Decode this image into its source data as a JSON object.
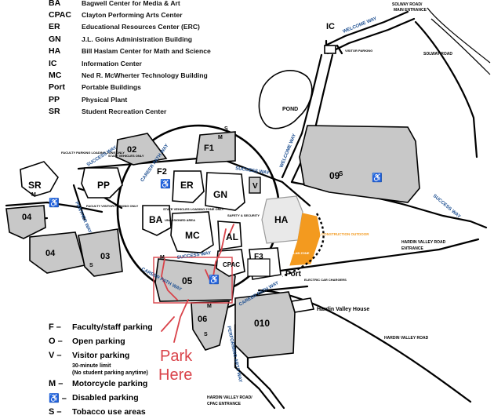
{
  "legend": {
    "items": [
      {
        "abbr": "BA",
        "name": "Bagwell Center for Media & Art"
      },
      {
        "abbr": "CPAC",
        "name": "Clayton Performing Arts Center"
      },
      {
        "abbr": "ER",
        "name": "Educational Resources Center (ERC)"
      },
      {
        "abbr": "GN",
        "name": "J.L. Goins Administration Building"
      },
      {
        "abbr": "HA",
        "name": "Bill Haslam Center for Math and Science"
      },
      {
        "abbr": "IC",
        "name": "Information Center"
      },
      {
        "abbr": "MC",
        "name": "Ned R. McWherter Technology Building"
      },
      {
        "abbr": "Port",
        "name": "Portable Buildings"
      },
      {
        "abbr": "PP",
        "name": "Physical Plant"
      },
      {
        "abbr": "SR",
        "name": "Student Recreation Center"
      }
    ]
  },
  "key": {
    "faculty": {
      "sym": "F",
      "label": "Faculty/staff parking"
    },
    "open": {
      "sym": "O",
      "label": "Open parking"
    },
    "visitor": {
      "sym": "V",
      "label": "Visitor parking",
      "sub1": "30-minute limit",
      "sub2": "(No student parking anytime)"
    },
    "motorcycle": {
      "sym": "M",
      "label": "Motorcycle parking"
    },
    "disabled": {
      "sym": "♿",
      "label": "Disabled parking"
    },
    "tobacco": {
      "sym": "S",
      "label": "Tobacco use areas"
    },
    "dash": "–"
  },
  "annotation": {
    "line1": "Park",
    "line2": "Here"
  },
  "roads": {
    "solway_main_1": "SOLWAY ROAD/",
    "solway_main_2": "MAIN ENTRANCE",
    "solway": "SOLWAY ROAD",
    "welcome": "WELCOME WAY",
    "success_1": "SUCCESS WAY",
    "success_2": "SUCCESS WAY",
    "success_3": "SUCCESS WAY",
    "success_4": "SUCCESS WAY",
    "welcome_2": "WELCOME WAY",
    "career_1": "CAREER PATH WAY",
    "career_2": "CAREER PATH WAY",
    "career_3": "CAREER PATH WAY",
    "panther": "PANTHER WAY",
    "performing": "PERFORMING ARTS WAY",
    "hv_entrance_1": "HARDIN VALLEY ROAD",
    "hv_entrance_2": "ENTRANCE",
    "hv_road": "HARDIN VALLEY ROAD",
    "hv_cpac_1": "HARDIN VALLEY ROAD/",
    "hv_cpac_2": "CPAC ENTRANCE"
  },
  "buildings": {
    "IC": "IC",
    "SR": "SR",
    "PP": "PP",
    "F2": "F2",
    "ER": "ER",
    "GN": "GN",
    "V": "V",
    "HA": "HA",
    "BA": "BA",
    "MC": "MC",
    "AL": "AL",
    "CPAC": "CPAC",
    "F3": "F3",
    "Port": "Port",
    "HV_house": "Hardin Valley House",
    "pond": "POND"
  },
  "lots": {
    "F1": "F1",
    "O2": "02",
    "O9": "09",
    "O4a": "04",
    "O4b": "04",
    "O3": "03",
    "O5": "05",
    "O6": "06",
    "O10": "010"
  },
  "marks": {
    "S": "S",
    "M": "M",
    "V": "V",
    "disabled": "♿"
  },
  "small_notes": {
    "visitor_parking": "VISITOR PARKING",
    "faculty_loading": "FACULTY PARKING LOADING ZONE ONLY",
    "state_vehicles": "STATE VEHICLES ONLY",
    "faculty_visitor": "FACULTY VISITOR PARKING ONLY",
    "state_loading": "STATE VEHICLES LOADING ZONE ONLY",
    "unassigned": "UNASSIGNED AREA",
    "safety": "SAFETY & SECURITY",
    "electric_car": "ELECTRIC CAR CHARGERS",
    "construction": "CONSTRUCTION OUTDOOR",
    "lab_zone": "LAB ZONE"
  },
  "colors": {
    "lot": "#c8c8c8",
    "road": "#000000",
    "annotation": "#d9434a",
    "construction": "#f39a1f"
  }
}
